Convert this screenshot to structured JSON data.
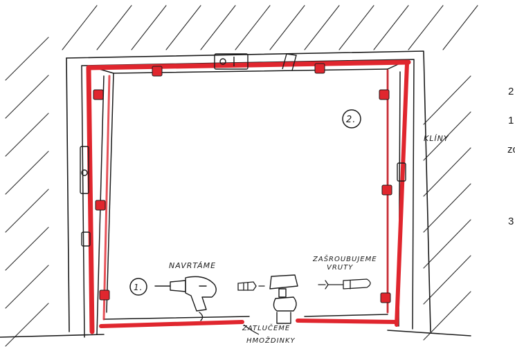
{
  "labels": {
    "wedges": "KLÍNY",
    "drill": "NAVRTÁME",
    "screw_in": "ZAŠROUBUJEME",
    "screws": "VRUTY",
    "hammer_in": "ZATLUČEME",
    "dowels": "HMOŽDINKY",
    "step_1": "1.",
    "step_2": "2."
  },
  "side_text_fragments": [
    "2",
    "1",
    "zc",
    "3"
  ],
  "colors": {
    "frame_red": "#e0262e",
    "ink": "#1a1a1a",
    "hatch": "#2a2a2a"
  }
}
